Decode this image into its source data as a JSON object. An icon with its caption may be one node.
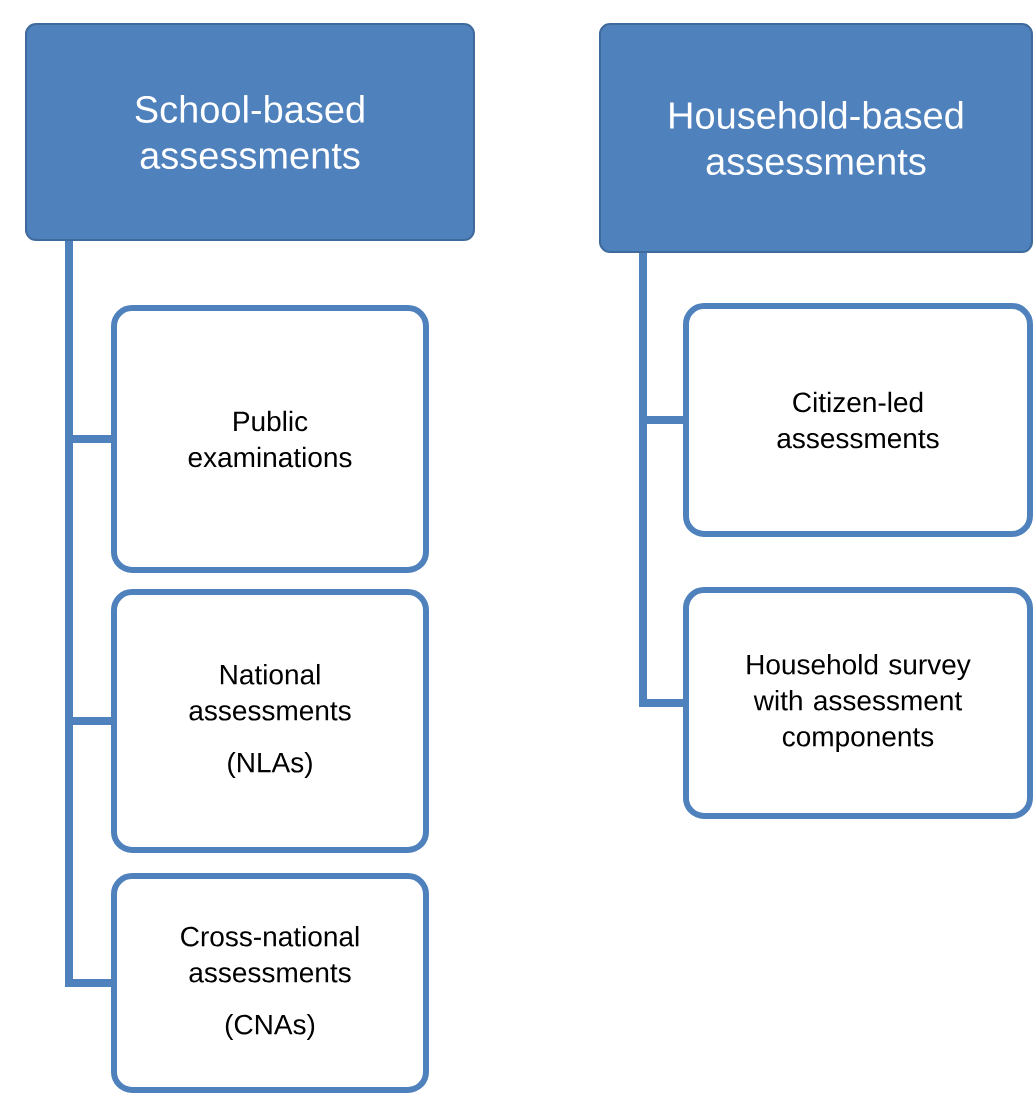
{
  "diagram": {
    "nodes": [
      {
        "text": [
          "School-based assessments"
        ]
      },
      {
        "text": [
          "Public examinations"
        ]
      },
      {
        "text": [
          "National assessments",
          "(NLAs)"
        ]
      },
      {
        "text": [
          "Cross-national assessments",
          "(CNAs)"
        ]
      },
      {
        "text": [
          "Household-based assessments"
        ]
      },
      {
        "text": [
          "Citizen-led assessments"
        ]
      },
      {
        "text": [
          "Household survey with assessment components"
        ]
      }
    ],
    "edges": [
      {
        "from": 0,
        "to": 1,
        "arrow": "none"
      },
      {
        "from": 0,
        "to": 2,
        "arrow": "none"
      },
      {
        "from": 0,
        "to": 3,
        "arrow": "none"
      },
      {
        "from": 4,
        "to": 5,
        "arrow": "none"
      },
      {
        "from": 4,
        "to": 6,
        "arrow": "none"
      }
    ]
  }
}
